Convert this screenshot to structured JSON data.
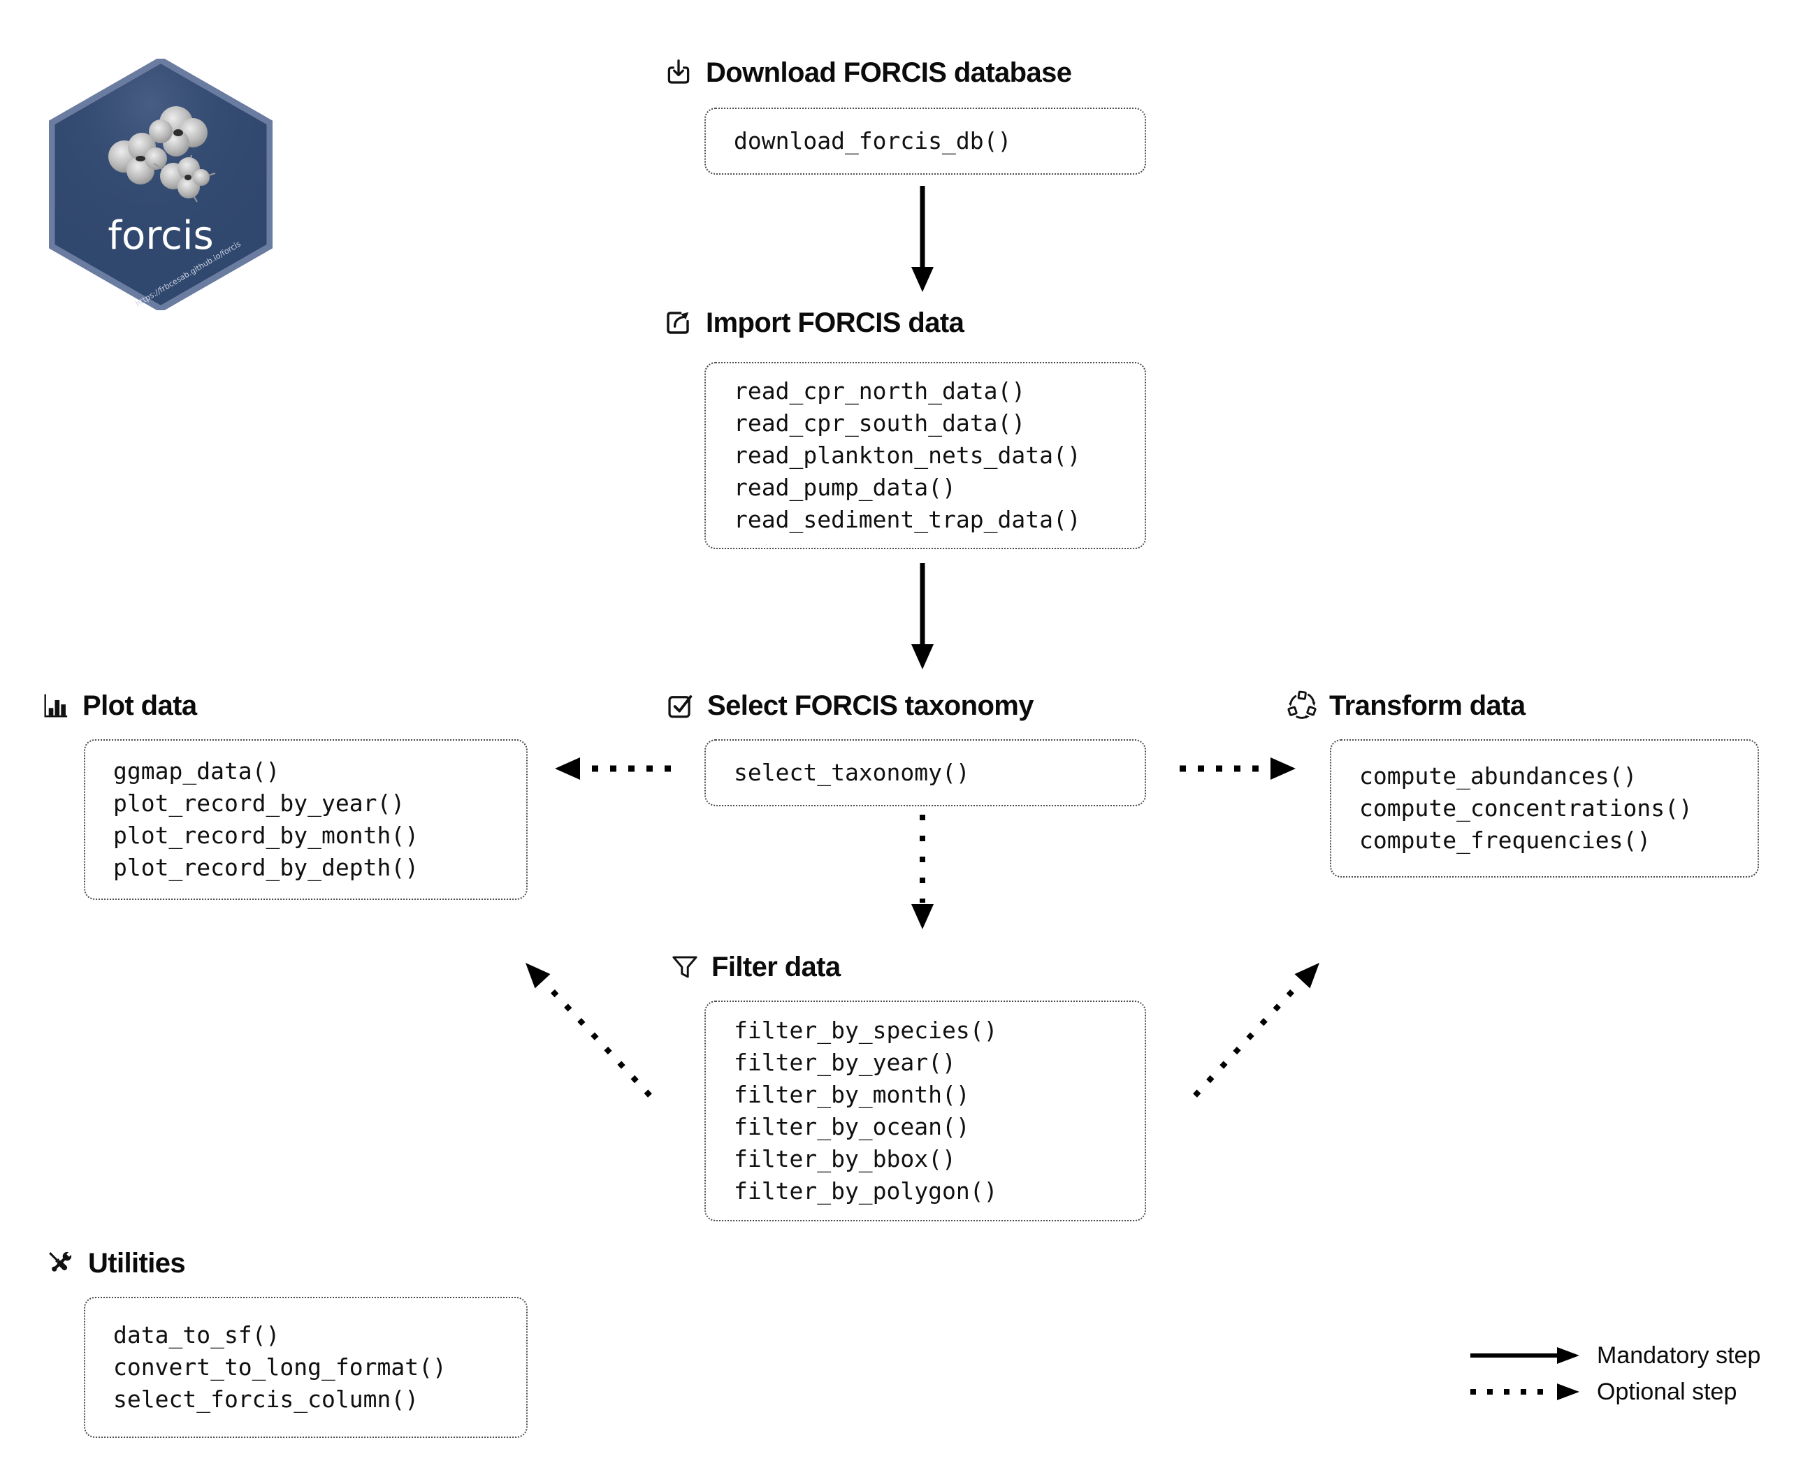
{
  "logo": {
    "title": "forcis",
    "url": "https://frbcesab.github.io/forcis"
  },
  "sections": {
    "download": {
      "title": "Download FORCIS database",
      "functions": [
        "download_forcis_db()"
      ]
    },
    "import_data": {
      "title": "Import FORCIS data",
      "functions": [
        "read_cpr_north_data()",
        "read_cpr_south_data()",
        "read_plankton_nets_data()",
        "read_pump_data()",
        "read_sediment_trap_data()"
      ]
    },
    "select_taxonomy": {
      "title": "Select FORCIS taxonomy",
      "functions": [
        "select_taxonomy()"
      ]
    },
    "plot": {
      "title": "Plot data",
      "functions": [
        "ggmap_data()",
        "plot_record_by_year()",
        "plot_record_by_month()",
        "plot_record_by_depth()"
      ]
    },
    "transform": {
      "title": "Transform data",
      "functions": [
        "compute_abundances()",
        "compute_concentrations()",
        "compute_frequencies()"
      ]
    },
    "filter": {
      "title": "Filter data",
      "functions": [
        "filter_by_species()",
        "filter_by_year()",
        "filter_by_month()",
        "filter_by_ocean()",
        "filter_by_bbox()",
        "filter_by_polygon()"
      ]
    },
    "utilities": {
      "title": "Utilities",
      "functions": [
        "data_to_sf()",
        "convert_to_long_format()",
        "select_forcis_column()"
      ]
    }
  },
  "legend": {
    "mandatory": "Mandatory step",
    "optional": "Optional step"
  },
  "colors": {
    "hex_fill": "#31486e",
    "hex_border": "#6b7ca1",
    "arrow": "#000000",
    "background": "#ffffff"
  }
}
